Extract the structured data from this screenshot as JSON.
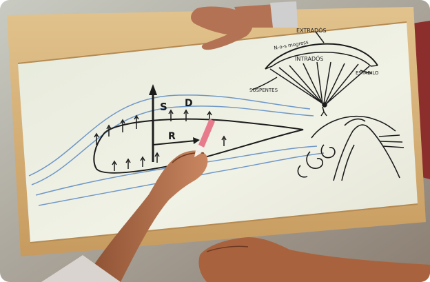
{
  "board_text": {
    "letter_s": "S",
    "letter_d": "D",
    "letter_r": "R",
    "extrados": "EXTRADÓS",
    "intrados": "INTRADÓS",
    "suspentes": "SUSPENTES",
    "estabilo": "ESTABILO",
    "scribble": "N-o-s mogress"
  },
  "colors": {
    "background": "#ffffff",
    "board": "#ecefdd",
    "frame": "#d6b37a",
    "ink_black": "#1b1b1b",
    "ink_blue": "#6f97c7",
    "skin": "#b8744e",
    "marker_pink": "#e77b8c"
  }
}
